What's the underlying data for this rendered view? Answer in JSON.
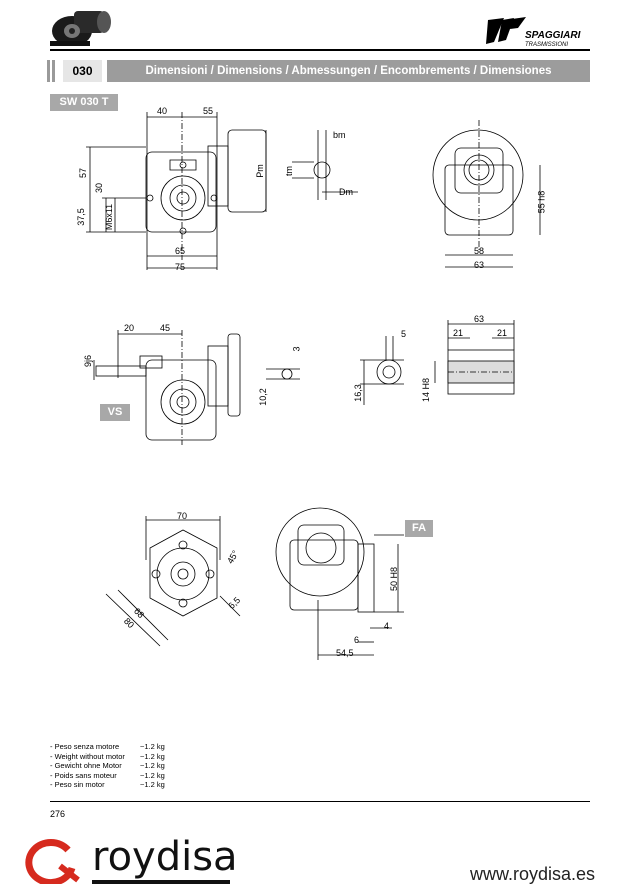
{
  "header": {
    "brand_name": "SPAGGIARI",
    "brand_sub": "TRASMISSIONI"
  },
  "section": {
    "code": "030",
    "title": "Dimensioni / Dimensions / Abmessungen / Encombrements / Dimensiones",
    "model_label": "SW 030 T"
  },
  "labels": {
    "vs": "VS",
    "fa": "FA"
  },
  "dimensions": {
    "front_view": [
      "40",
      "55",
      "57",
      "30",
      "37,5",
      "M6x11",
      "65",
      "75",
      "Pm"
    ],
    "key_view": [
      "bm",
      "tm",
      "Dm"
    ],
    "side_view": [
      "55 h8",
      "58",
      "63"
    ],
    "vs_view": [
      "20",
      "45",
      "9j6",
      "3",
      "10,2"
    ],
    "hub_key_view": [
      "5",
      "16,3"
    ],
    "hub_section_view": [
      "63",
      "21",
      "21",
      "14 H8"
    ],
    "flange_view": [
      "70",
      "45°",
      "68",
      "80",
      "6,5"
    ],
    "fa_view": [
      "50 H8",
      "4",
      "6",
      "54,5"
    ]
  },
  "weights": [
    {
      "label": "- Peso senza motore",
      "value": "~1.2 kg"
    },
    {
      "label": "- Weight without motor",
      "value": "~1.2 kg"
    },
    {
      "label": "- Gewicht ohne Motor",
      "value": "~1.2 kg"
    },
    {
      "label": "- Poids sans moteur",
      "value": "~1.2 kg"
    },
    {
      "label": "- Peso sin motor",
      "value": "~1.2 kg"
    }
  ],
  "footer": {
    "page_number": "276",
    "brand": "roydisa",
    "website": "www.roydisa.es"
  },
  "colors": {
    "section_bar": "#9c9c9c",
    "label_box": "#a8a8a8",
    "brand_red": "#d62a1e"
  }
}
